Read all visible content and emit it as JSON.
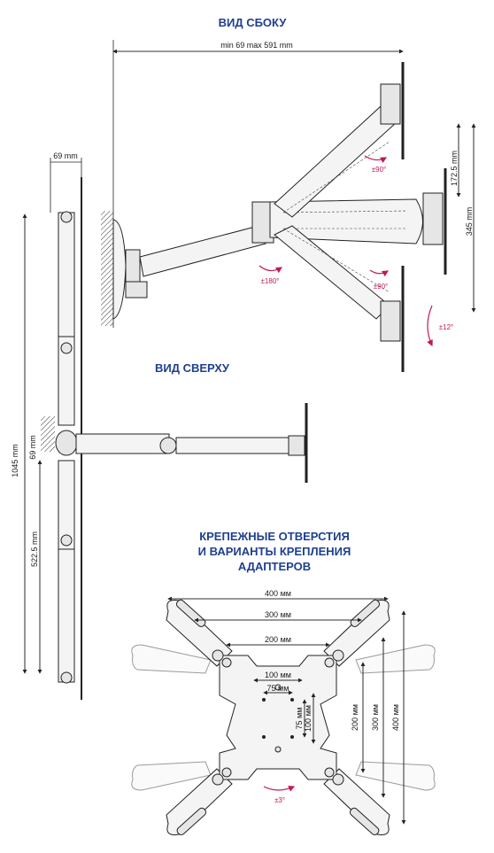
{
  "titles": {
    "side_view": "ВИД СБОКУ",
    "top_view": "ВИД СВЕРХУ",
    "holes_line1": "КРЕПЕЖНЫЕ ОТВЕРСТИЯ",
    "holes_line2": "И ВАРИАНТЫ КРЕПЛЕНИЯ",
    "holes_line3": "АДАПТЕРОВ"
  },
  "side": {
    "depth_range": "min 69 max 591 mm",
    "rotate_180": "±180°",
    "rotate_90_top": "±90°",
    "rotate_90_bottom": "±90°",
    "tilt": "±12°",
    "dim_172": "172.5 mm",
    "dim_345": "345 mm"
  },
  "top": {
    "dim_69_top": "69 mm",
    "dim_1045": "1045 mm",
    "dim_69_side": "69 mm",
    "dim_522": "522.5 mm"
  },
  "plate": {
    "w400": "400 мм",
    "w300": "300 мм",
    "w200": "200 мм",
    "w100": "100 мм",
    "w75": "75 мм",
    "h75": "75 мм",
    "h100": "100 мм",
    "h200": "200 мм",
    "h300": "300 мм",
    "h400": "400 мм",
    "rotate_3": "±3°"
  },
  "colors": {
    "title_blue": "#1f3f8f",
    "accent_magenta": "#c2185b",
    "line": "#222222"
  }
}
